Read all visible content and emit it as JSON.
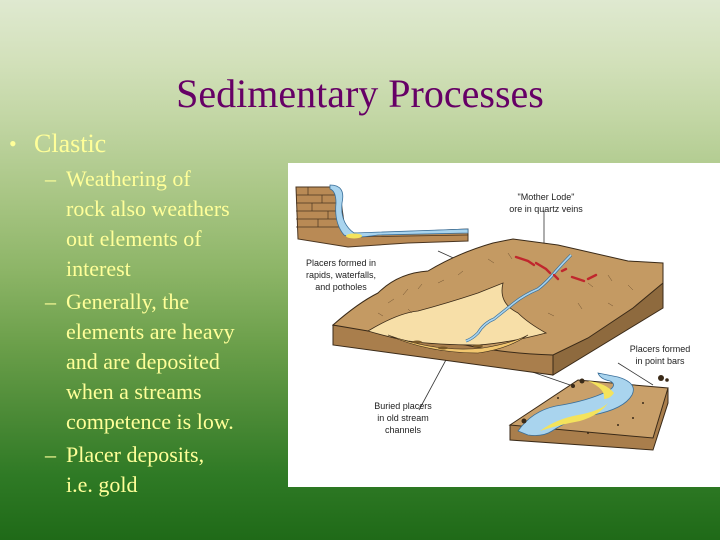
{
  "slide": {
    "title": "Sedimentary Processes",
    "colors": {
      "title": "#660066",
      "body_text": "#ffff99",
      "background_top": "#dfe9d0",
      "background_bottom": "#1f6a18"
    }
  },
  "bullets": {
    "level1": {
      "marker": "•",
      "text": "Clastic"
    },
    "level2": [
      {
        "marker": "–",
        "lines": [
          "Weathering of",
          "rock also weathers",
          "out elements of",
          "interest"
        ]
      },
      {
        "marker": "–",
        "lines": [
          "Generally, the",
          "elements are heavy",
          "and are deposited",
          "when a streams",
          "competence is low."
        ]
      },
      {
        "marker": "–",
        "lines": [
          "Placer deposits,",
          "i.e. gold"
        ]
      }
    ]
  },
  "figure": {
    "description": "Block diagram of placer gold deposit settings",
    "labels": {
      "mother_lode": [
        "\"Mother Lode\"",
        "ore in quartz veins"
      ],
      "waterfall_placers": [
        "Placers formed in",
        "rapids, waterfalls,",
        "and potholes"
      ],
      "point_bar_placers": [
        "Placers formed",
        "in point bars"
      ],
      "buried_placers": [
        "Buried placers",
        "in old stream",
        "channels"
      ]
    }
  }
}
